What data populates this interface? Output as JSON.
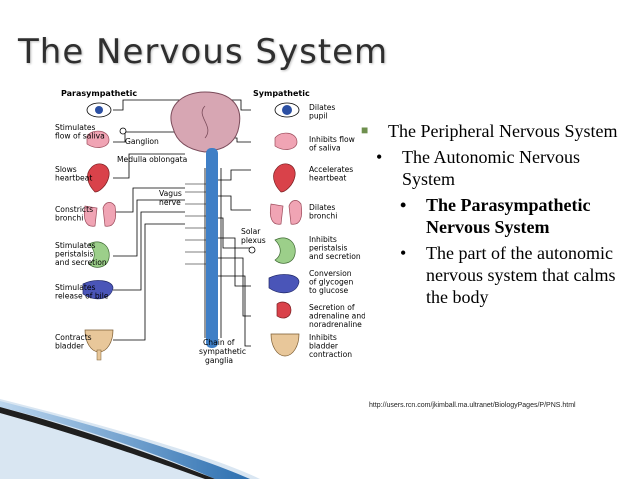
{
  "slide": {
    "title": "The Nervous System",
    "bullets": [
      {
        "level": 1,
        "text": "The Peripheral Nervous System",
        "bold": false
      },
      {
        "level": 2,
        "text": "The Autonomic Nervous System",
        "bold": false
      },
      {
        "level": 3,
        "text": "The Parasympathetic Nervous System",
        "bold": true
      },
      {
        "level": 3,
        "text": "The part of the autonomic nervous system that calms the body",
        "bold": false
      }
    ],
    "source_url": "http://users.rcn.com/jkimball.ma.ultranet/BiologyPages/P/PNS.html"
  },
  "diagram": {
    "header_left": "Parasympathetic",
    "header_right": "Sympathetic",
    "center_labels": {
      "ganglion": "Ganglion",
      "medulla": "Medulla oblongata",
      "vagus_1": "Vagus",
      "vagus_2": "nerve",
      "solar_1": "Solar",
      "solar_2": "plexus",
      "chain_1": "Chain of",
      "chain_2": "sympathetic",
      "chain_3": "ganglia"
    },
    "left_labels": [
      [
        "Stimulates",
        "flow of saliva"
      ],
      [
        "Slows",
        "heartbeat"
      ],
      [
        "Constricts",
        "bronchi"
      ],
      [
        "Stimulates",
        "peristalsis",
        "and secretion"
      ],
      [
        "Stimulates",
        "release of bile"
      ],
      [
        "Contracts",
        "bladder"
      ]
    ],
    "right_labels": [
      [
        "Dilates",
        "pupil"
      ],
      [
        "Inhibits flow",
        "of saliva"
      ],
      [
        "Accelerates",
        "heartbeat"
      ],
      [
        "Dilates",
        "bronchi"
      ],
      [
        "Inhibits",
        "peristalsis",
        "and secretion"
      ],
      [
        "Conversion",
        "of glycogen",
        "to glucose"
      ],
      [
        "Secretion of",
        "adrenaline and",
        "noradrenaline"
      ],
      [
        "Inhibits",
        "bladder",
        "contraction"
      ]
    ],
    "colors": {
      "organ_red": "#d9424a",
      "organ_pink": "#f0a4b4",
      "organ_green": "#9ccf8a",
      "organ_blue": "#4a55b8",
      "organ_tan": "#e8c79a",
      "spine_blue": "#3f7fc6",
      "brain_pink": "#d7a6b3",
      "accent_green": "#6e8f4e"
    }
  }
}
